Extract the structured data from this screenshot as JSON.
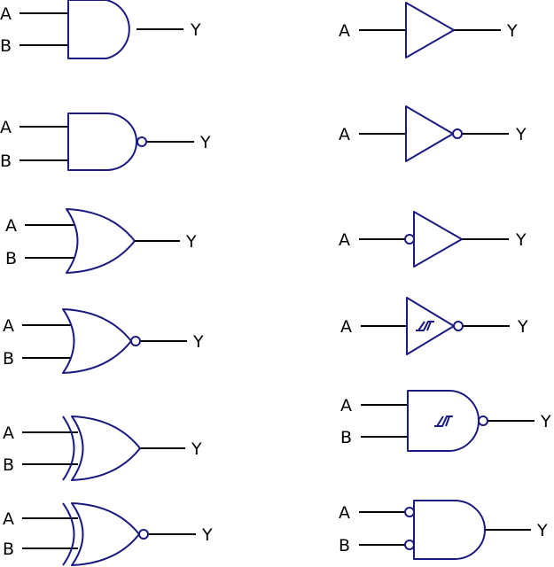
{
  "colors": {
    "gate_stroke": "#1a1a80",
    "wire": "#000000",
    "background": "#ffffff"
  },
  "gates": {
    "and": {
      "in_a": "A",
      "in_b": "B",
      "out": "Y"
    },
    "nand": {
      "in_a": "A",
      "in_b": "B",
      "out": "Y"
    },
    "or": {
      "in_a": "A",
      "in_b": "B",
      "out": "Y"
    },
    "nor": {
      "in_a": "A",
      "in_b": "B",
      "out": "Y"
    },
    "xor": {
      "in_a": "A",
      "in_b": "B",
      "out": "Y"
    },
    "xnor": {
      "in_a": "A",
      "in_b": "B",
      "out": "Y"
    },
    "buffer": {
      "in_a": "A",
      "out": "Y"
    },
    "not": {
      "in_a": "A",
      "out": "Y"
    },
    "not_input_bubble": {
      "in_a": "A",
      "out": "Y"
    },
    "schmitt_not": {
      "in_a": "A",
      "out": "Y"
    },
    "schmitt_nand": {
      "in_a": "A",
      "in_b": "B",
      "out": "Y"
    },
    "and_inverted_inputs": {
      "in_a": "A",
      "in_b": "B",
      "out": "Y"
    }
  }
}
